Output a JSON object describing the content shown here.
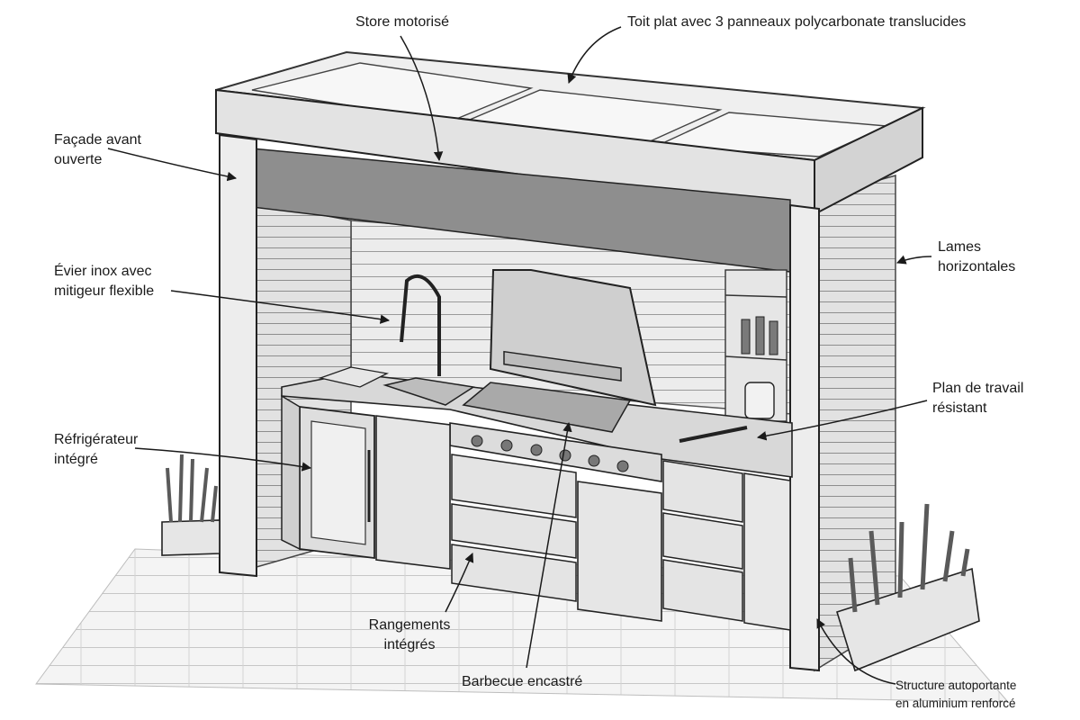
{
  "labels": {
    "store": [
      "Store motorisé"
    ],
    "toit": [
      "Toit plat avec 3 panneaux polycarbonate translucides"
    ],
    "facade": [
      "Façade avant",
      "ouverte"
    ],
    "lames": [
      "Lames",
      "horizontales"
    ],
    "evier": [
      "Évier inox avec",
      "mitigeur flexible"
    ],
    "plan": [
      "Plan de travail",
      "résistant"
    ],
    "refrigerateur": [
      "Réfrigérateur",
      "intégré"
    ],
    "rangements": [
      "Rangements",
      "intégrés"
    ],
    "barbecue": [
      "Barbecue encastré"
    ],
    "structure": [
      "Structure autoportante",
      "en aluminium renforcé"
    ]
  },
  "colors": {
    "ink": "#1a1a1a",
    "wood": "#e9e9e9",
    "shadow": "#c9c9c9",
    "blind": "#8e8e8e",
    "metal": "#d8d8d8",
    "plant": "#5a5a5a"
  }
}
